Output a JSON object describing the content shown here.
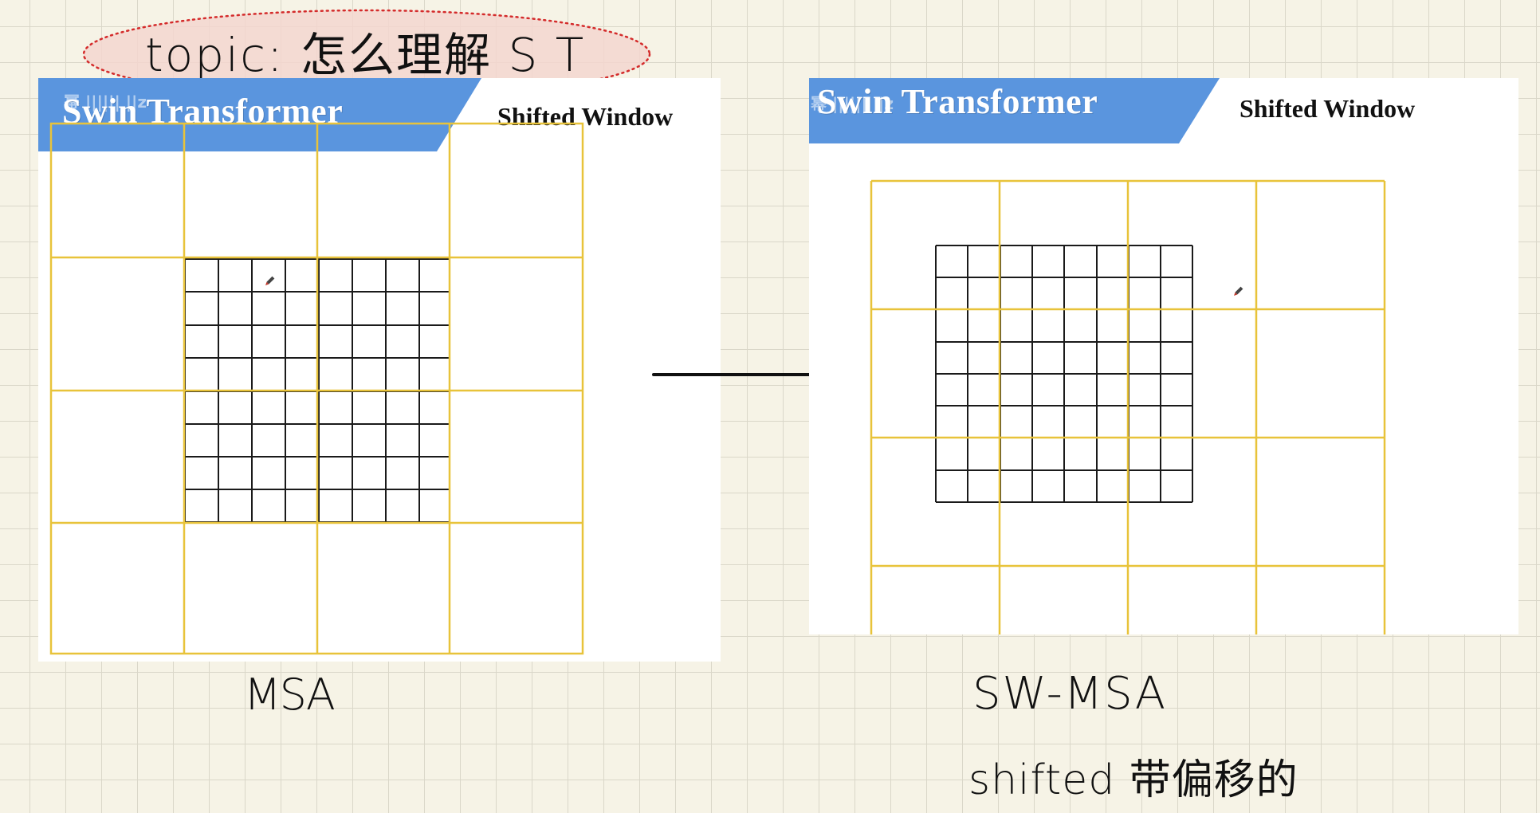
{
  "topic_note": "topic: 怎么理解 S T",
  "left_slide": {
    "title": "Swin Transformer",
    "subtitle": "Shifted Window",
    "watermark": "幂 |||||| ||z",
    "caption": "MSA"
  },
  "right_slide": {
    "title": "Swin Transformer",
    "subtitle": "Shifted Window",
    "watermark": "幂 |||||| ||z",
    "caption_line1": "SW-MSA",
    "caption_line2": "shifted 带偏移的"
  },
  "colors": {
    "window_grid": "#e8c33a",
    "patch_grid": "#1a1a1a",
    "banner": "#5a95de",
    "note_ellipse_fill": "#f3d6cf",
    "note_ellipse_border": "#d42b2b",
    "paper": "#f6f3e6"
  },
  "diagram": {
    "window_count_per_side": 4,
    "patches_per_window": 4,
    "left_mode": "regular windows",
    "right_mode": "shifted windows"
  }
}
